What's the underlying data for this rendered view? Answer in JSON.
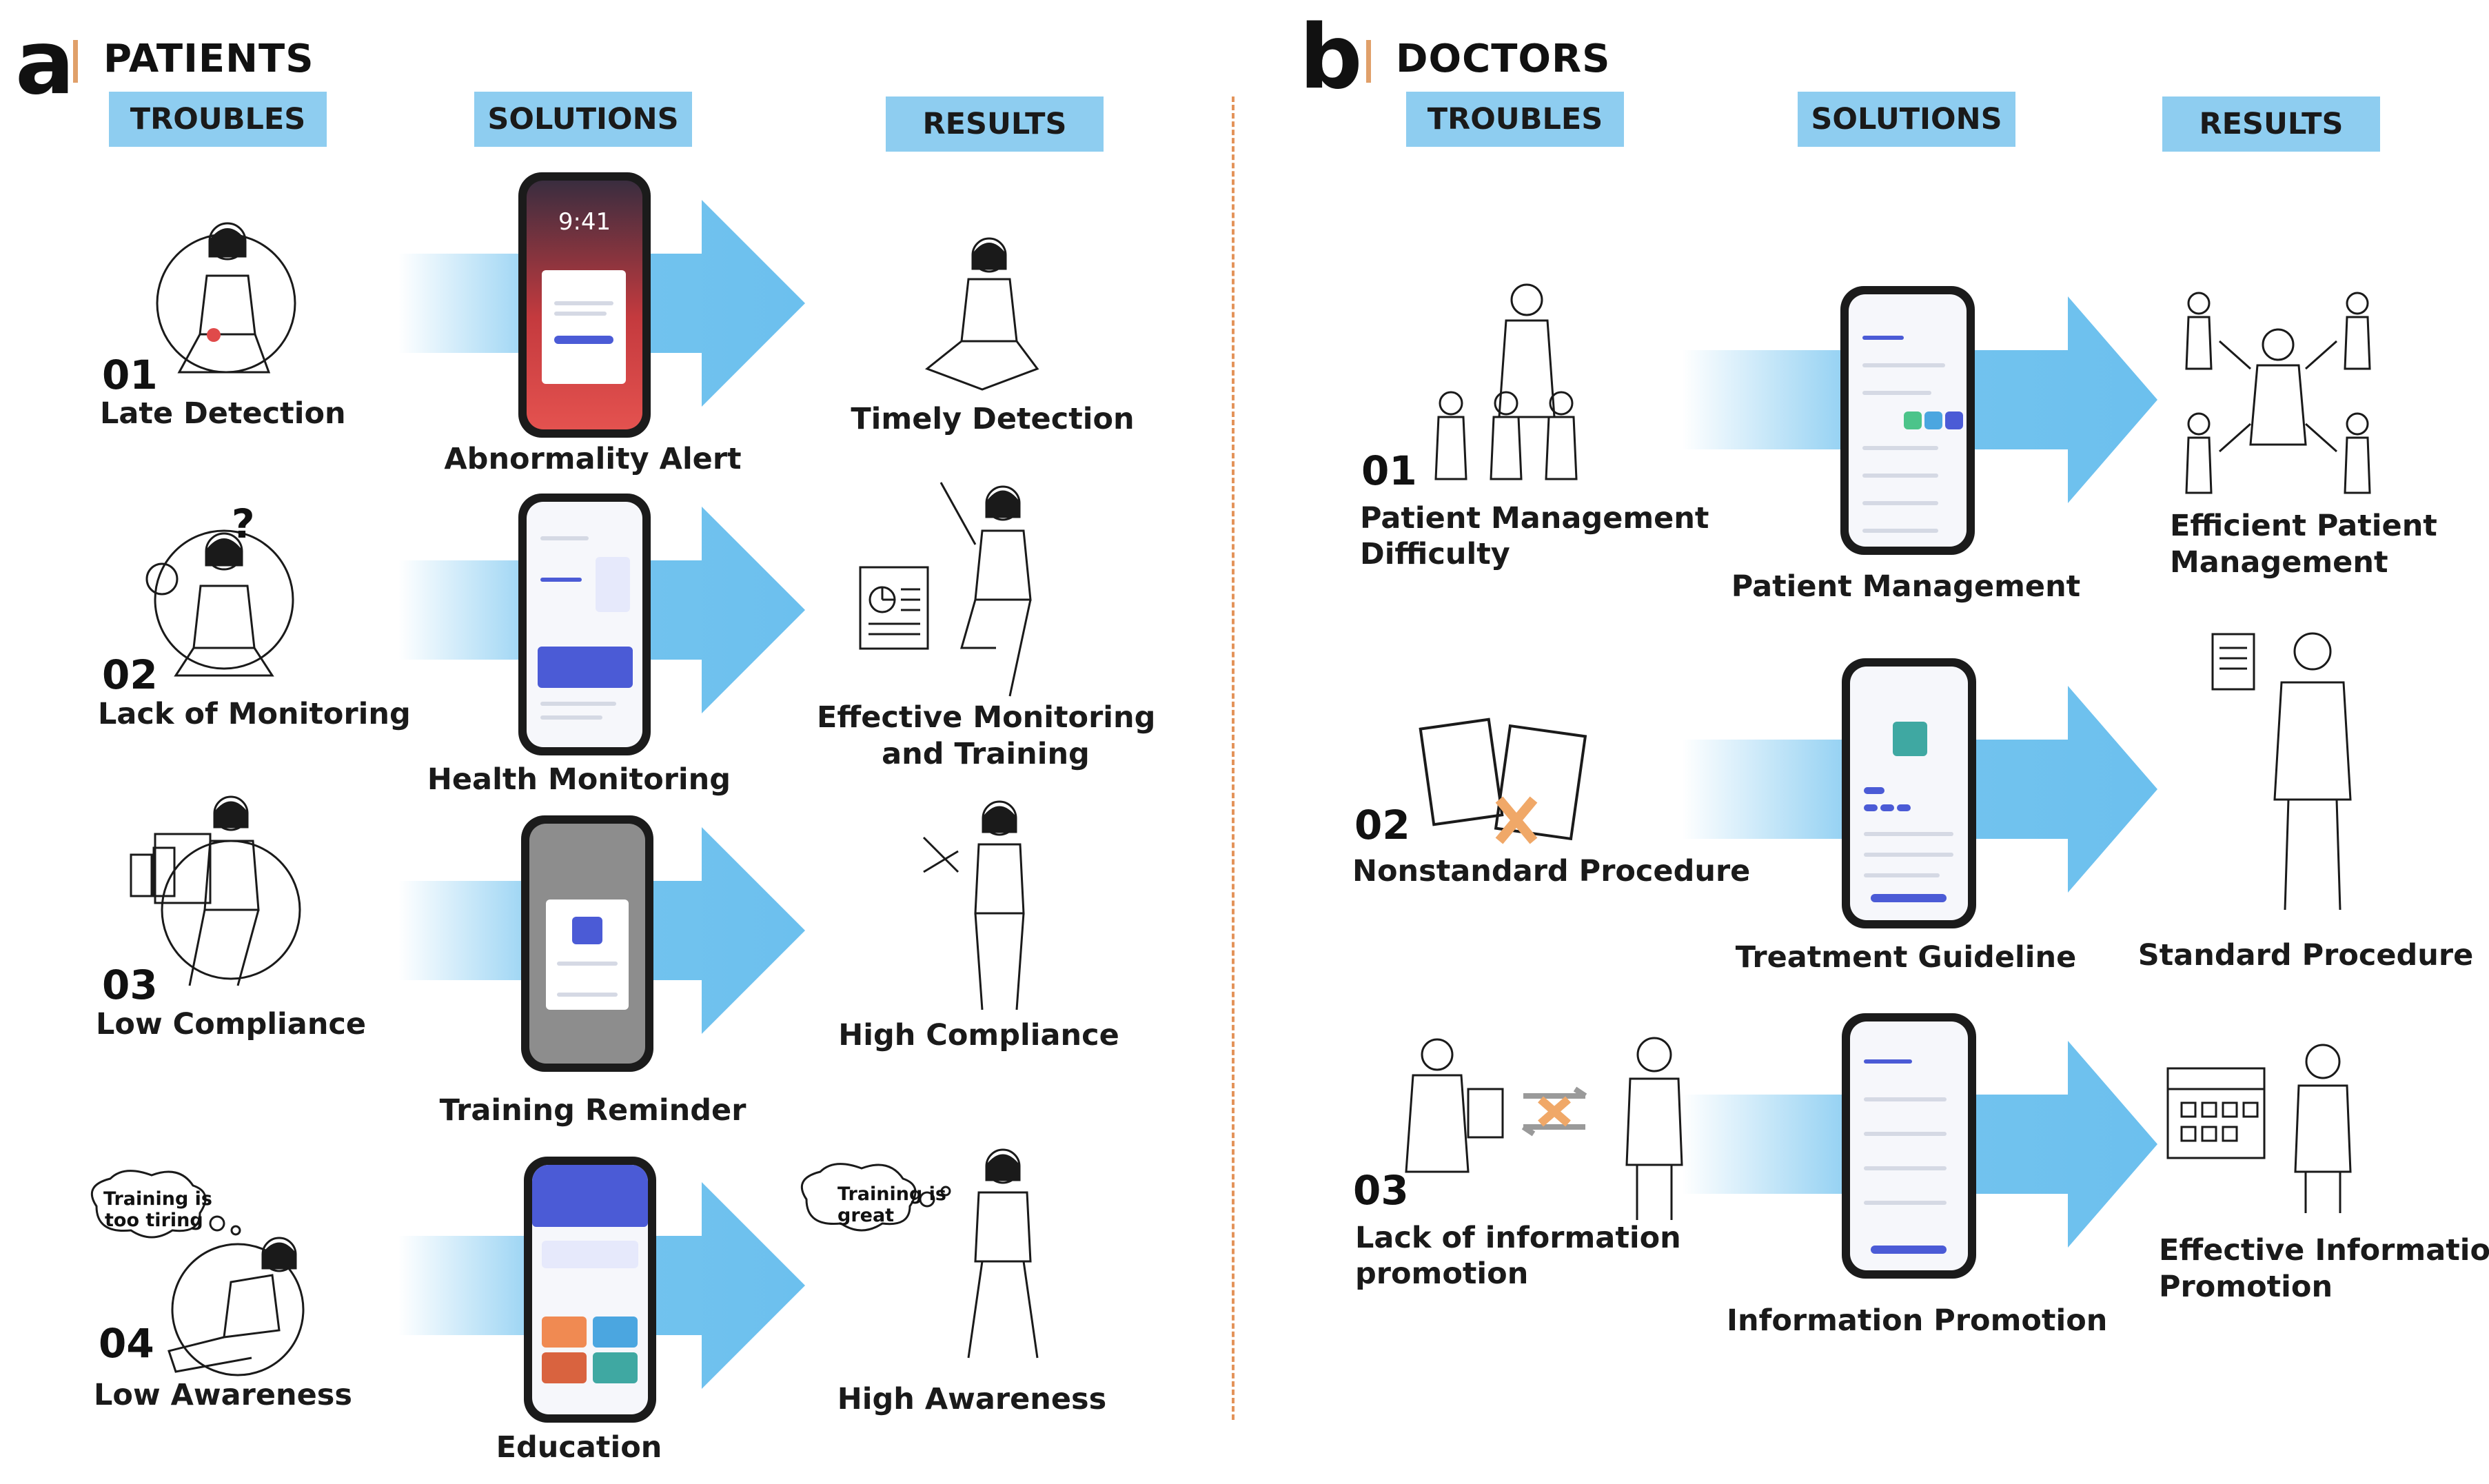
{
  "panel_a": {
    "letter": "a",
    "title": "PATIENTS",
    "headers": {
      "troubles": "TROUBLES",
      "solutions": "SOLUTIONS",
      "results": "RESULTS"
    },
    "rows": [
      {
        "number": "01",
        "trouble": "Late Detection",
        "solution": "Abnormality Alert",
        "result": "Timely Detection"
      },
      {
        "number": "02",
        "trouble": "Lack of Monitoring",
        "solution": "Health Monitoring",
        "result_line1": "Effective Monitoring",
        "result_line2": "and Training"
      },
      {
        "number": "03",
        "trouble": "Low Compliance",
        "solution": "Training Reminder",
        "result": "High Compliance"
      },
      {
        "number": "04",
        "trouble": "Low Awareness",
        "solution": "Education",
        "result": "High Awareness"
      }
    ],
    "phone_time": "9:41",
    "trouble_bubble_line1": "Training is",
    "trouble_bubble_line2": "too tiring",
    "result_bubble_line1": "Training is",
    "result_bubble_line2": "great",
    "question_mark": "?"
  },
  "panel_b": {
    "letter": "b",
    "title": "DOCTORS",
    "headers": {
      "troubles": "TROUBLES",
      "solutions": "SOLUTIONS",
      "results": "RESULTS"
    },
    "rows": [
      {
        "number": "01",
        "trouble_line1": "Patient Management",
        "trouble_line2": "Difficulty",
        "solution": "Patient  Management",
        "result_line1": "Efficient Patient",
        "result_line2": "Management"
      },
      {
        "number": "02",
        "trouble": "Nonstandard Procedure",
        "solution": "Treatment Guideline",
        "result": "Standard Procedure"
      },
      {
        "number": "03",
        "trouble_line1": "Lack of information",
        "trouble_line2": "promotion",
        "solution": "Information Promotion",
        "result_line1": "Effective Information",
        "result_line2": "Promotion"
      }
    ]
  },
  "colors": {
    "header_fill": "#8ecdf0",
    "arrow_fill": "#6cc0ee",
    "divider": "#e3935a",
    "accent_cross": "#f0a868",
    "phone_body": "#1b1b1b",
    "app_primary": "#4b5bd6"
  }
}
